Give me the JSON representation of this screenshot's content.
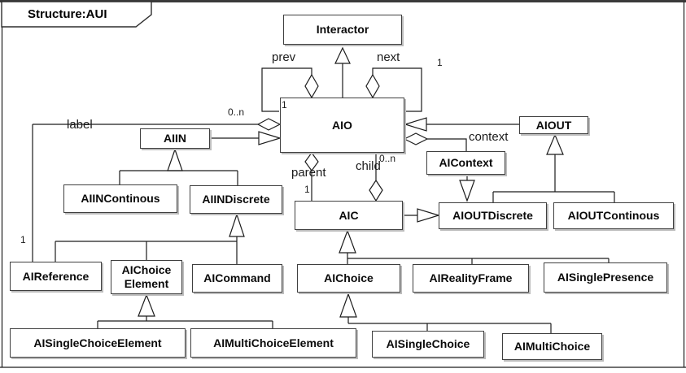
{
  "frame": {
    "title": "Structure:AUI"
  },
  "nodes": [
    {
      "id": "interactor",
      "label": "Interactor"
    },
    {
      "id": "aio",
      "label": "AIO"
    },
    {
      "id": "aiin",
      "label": "AIIN"
    },
    {
      "id": "aiout",
      "label": "AIOUT"
    },
    {
      "id": "aicontext",
      "label": "AIContext"
    },
    {
      "id": "aiincontinous",
      "label": "AIINContinous"
    },
    {
      "id": "aiindiscrete",
      "label": "AIINDiscrete"
    },
    {
      "id": "aic",
      "label": "AIC"
    },
    {
      "id": "aioutdiscrete",
      "label": "AIOUTDiscrete"
    },
    {
      "id": "aioutcontinous",
      "label": "AIOUTContinous"
    },
    {
      "id": "aireference",
      "label": "AIReference"
    },
    {
      "id": "aichoiceelement",
      "label": "AIChoice\nElement"
    },
    {
      "id": "aicommand",
      "label": "AICommand"
    },
    {
      "id": "aichoice",
      "label": "AIChoice"
    },
    {
      "id": "airealityframe",
      "label": "AIRealityFrame"
    },
    {
      "id": "aisinglepresence",
      "label": "AISinglePresence"
    },
    {
      "id": "aisinglechoiceelement",
      "label": "AISingleChoiceElement"
    },
    {
      "id": "aimultichoiceelement",
      "label": "AIMultiChoiceElement"
    },
    {
      "id": "aisinglechoice",
      "label": "AISingleChoice"
    },
    {
      "id": "aimultichoice",
      "label": "AIMultiChoice"
    }
  ],
  "edge_labels": [
    {
      "id": "prev",
      "text": "prev"
    },
    {
      "id": "next",
      "text": "next"
    },
    {
      "id": "mult-next",
      "text": "1"
    },
    {
      "id": "mult-prev",
      "text": "1"
    },
    {
      "id": "mult-label-0n",
      "text": "0..n"
    },
    {
      "id": "label",
      "text": "label"
    },
    {
      "id": "mult-label-1",
      "text": "1"
    },
    {
      "id": "context",
      "text": "context"
    },
    {
      "id": "parent",
      "text": "parent"
    },
    {
      "id": "mult-parent-1",
      "text": "1"
    },
    {
      "id": "child",
      "text": "child"
    },
    {
      "id": "mult-child-0n",
      "text": "0..n"
    }
  ]
}
